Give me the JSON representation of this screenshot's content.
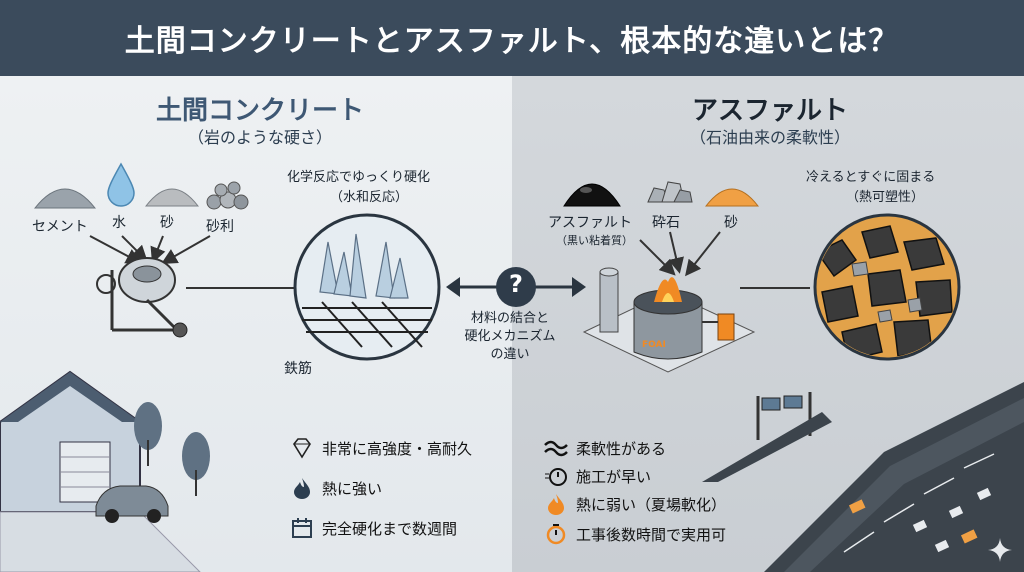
{
  "title": "土間コンクリートとアスファルト、根本的な違いとは？",
  "left": {
    "heading": "土間コンクリート",
    "subheading": "（岩のような硬さ）",
    "ingredients": [
      "セメント",
      "水",
      "砂",
      "砂利"
    ],
    "process_label_1": "化学反応でゆっくり硬化",
    "process_label_2": "（水和反応）",
    "rebar_label": "鉄筋",
    "features": [
      "非常に高強度・高耐久",
      "熱に強い",
      "完全硬化まで数週間"
    ]
  },
  "center": {
    "question": "?",
    "text_1": "材料の結合と",
    "text_2": "硬化メカニズム",
    "text_3": "の違い"
  },
  "right": {
    "heading": "アスファルト",
    "subheading": "（石油由来の柔軟性）",
    "ingredients": [
      "アスファルト",
      "砕石",
      "砂"
    ],
    "ingredient_note": "（黒い粘着質）",
    "process_label_1": "冷えるとすぐに固まる",
    "process_label_2": "（熱可塑性）",
    "plant_text": "FOAI",
    "features": [
      "柔軟性がある",
      "施工が早い",
      "熱に弱い（夏場軟化）",
      "工事後数時間で実用可"
    ]
  },
  "colors": {
    "title_bg": "#3b4b5c",
    "heading_blue": "#3e5874",
    "accent_orange": "#f08a24",
    "asphalt_dark": "#2a2a2a"
  }
}
